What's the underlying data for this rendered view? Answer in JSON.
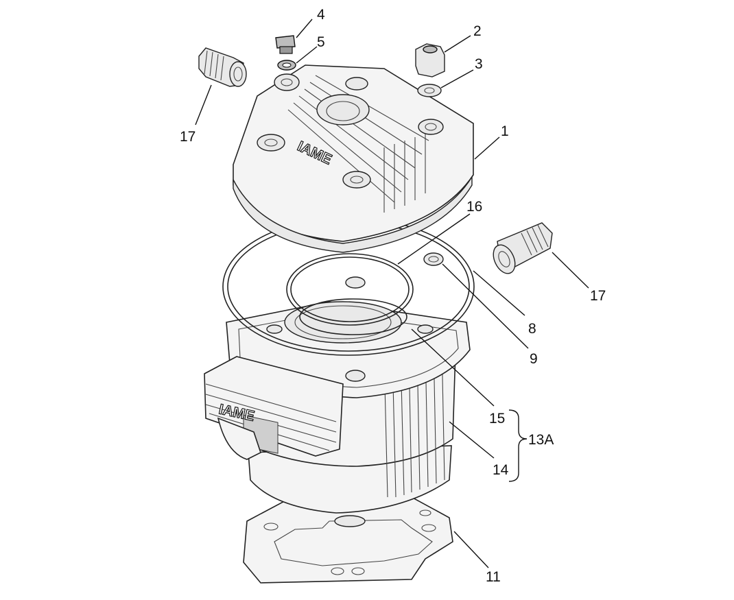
{
  "diagram": {
    "brand": "IAME",
    "callouts": {
      "c1": "1",
      "c2": "2",
      "c3": "3",
      "c4": "4",
      "c5": "5",
      "c8": "8",
      "c9": "9",
      "c11": "11",
      "c13A": "13A",
      "c14": "14",
      "c15": "15",
      "c16": "16",
      "c17_left": "17",
      "c17_right": "17"
    }
  }
}
